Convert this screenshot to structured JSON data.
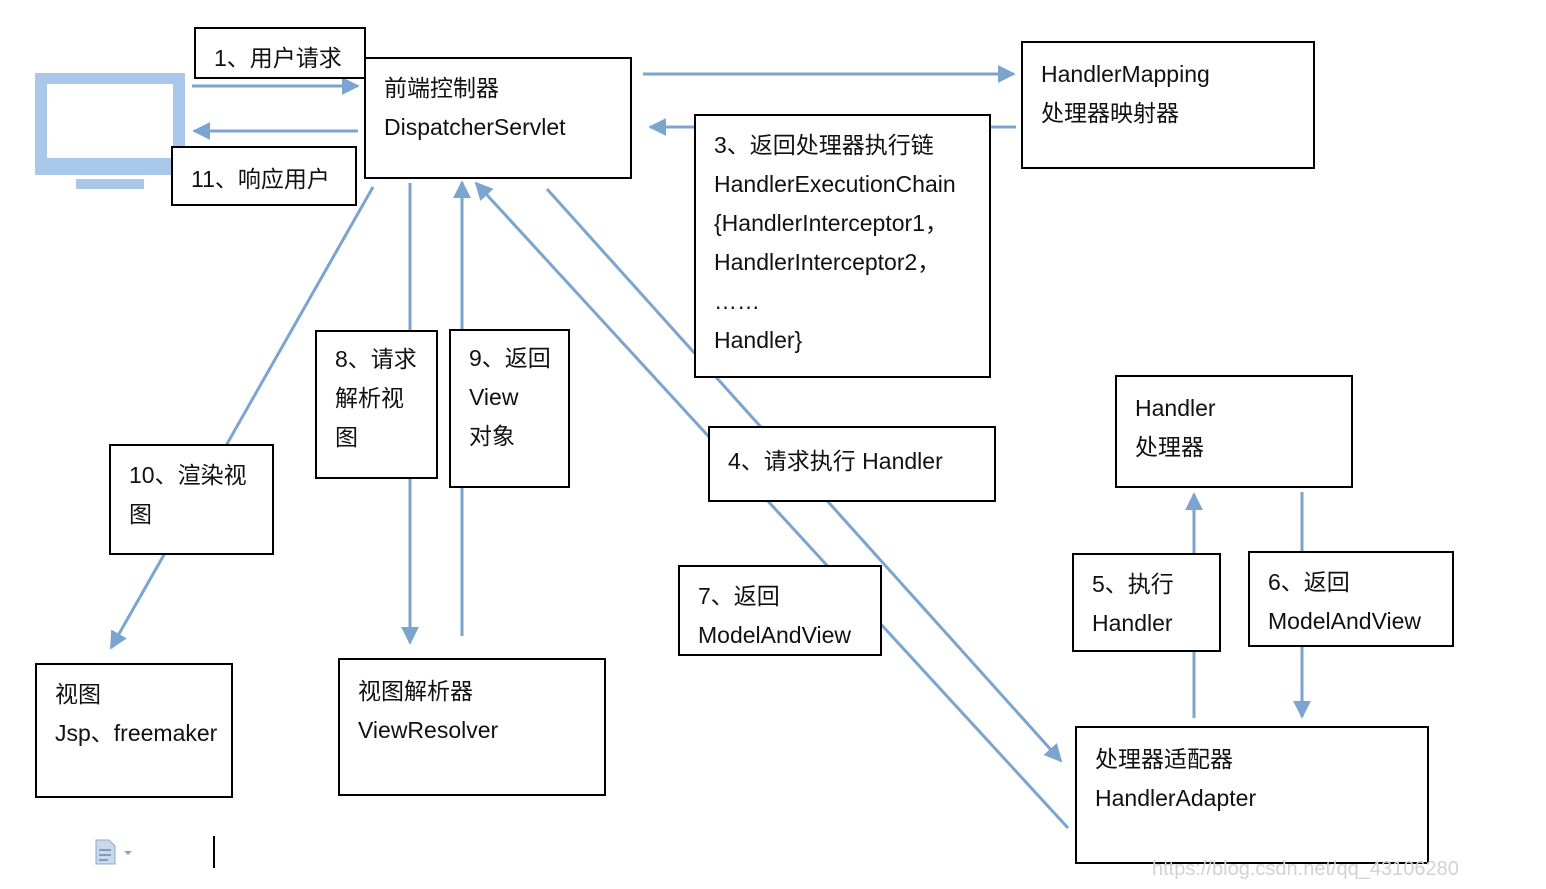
{
  "colors": {
    "arrow": "#7ba4cf",
    "monitor": "#a9c7e8",
    "border": "#000000"
  },
  "icons": {
    "monitor": "computer-monitor-icon",
    "document": "document-icon"
  },
  "boxes": {
    "request": {
      "line1": "1、用户请求"
    },
    "respond": {
      "line1": "11、响应用户"
    },
    "dispatcher": {
      "line1": "前端控制器",
      "line2": "DispatcherServlet"
    },
    "mapping": {
      "line1": "HandlerMapping",
      "line2": "处理器映射器"
    },
    "chain": {
      "line1": "3、返回处理器执行链",
      "line2": "HandlerExecutionChain",
      "line3": "{HandlerInterceptor1，",
      "line4": "HandlerInterceptor2，",
      "line5": "……",
      "line6": "Handler}"
    },
    "execute4": {
      "line1": "4、请求执行 Handler"
    },
    "handler": {
      "line1": "Handler",
      "line2": "处理器"
    },
    "execute5": {
      "line1": "5、执行",
      "line2": "Handler"
    },
    "return6": {
      "line1": "6、返回",
      "line2": "ModelAndView"
    },
    "return7": {
      "line1": "7、返回",
      "line2": "ModelAndView"
    },
    "adapter": {
      "line1": "处理器适配器",
      "line2": "HandlerAdapter"
    },
    "resolve8": {
      "line1": "8、请求",
      "line2": "解析视",
      "line3": "图"
    },
    "view9": {
      "line1": "9、返回",
      "line2": "View",
      "line3": "对象"
    },
    "render10": {
      "line1": "10、渲染视",
      "line2": "图"
    },
    "view": {
      "line1": "视图",
      "line2": "Jsp、freemaker"
    },
    "resolver": {
      "line1": "视图解析器",
      "line2": "ViewResolver"
    }
  },
  "watermark": "https://blog.csdn.net/qq_43106280"
}
